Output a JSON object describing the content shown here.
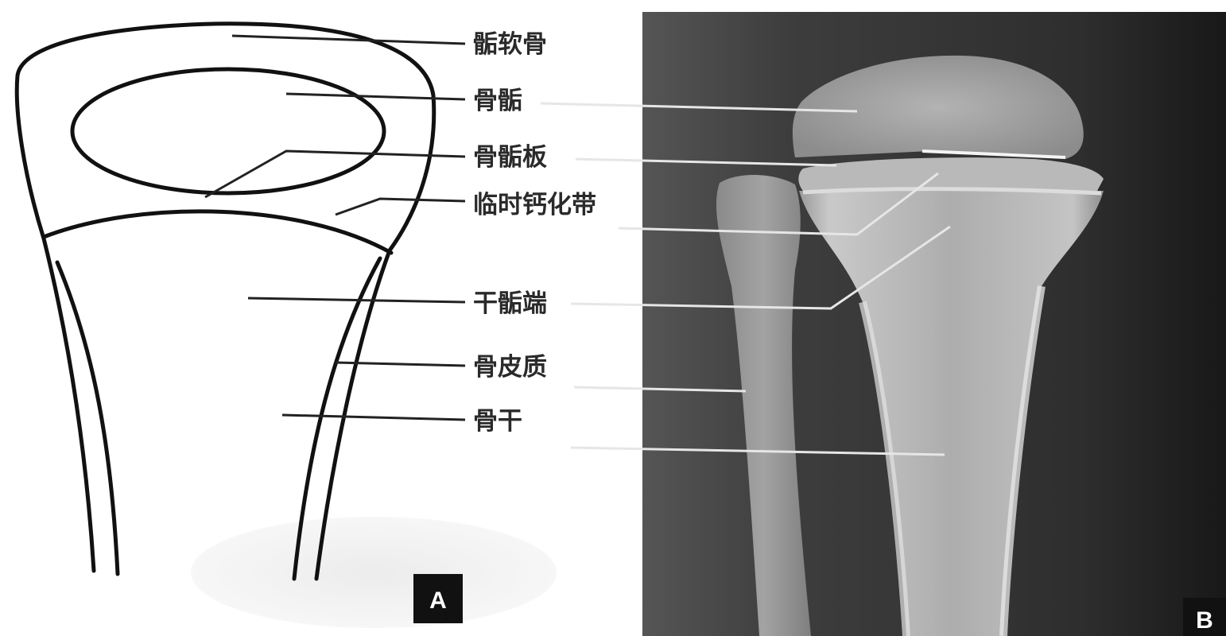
{
  "labels": {
    "epiphyseal_cartilage": "骺软骨",
    "epiphysis": "骨骺",
    "epiphyseal_plate": "骨骺板",
    "provisional_calcification_zone": "临时钙化带",
    "metaphysis": "干骺端",
    "cortex": "骨皮质",
    "diaphysis": "骨干"
  },
  "panels": {
    "a_label": "A",
    "b_label": "B"
  }
}
